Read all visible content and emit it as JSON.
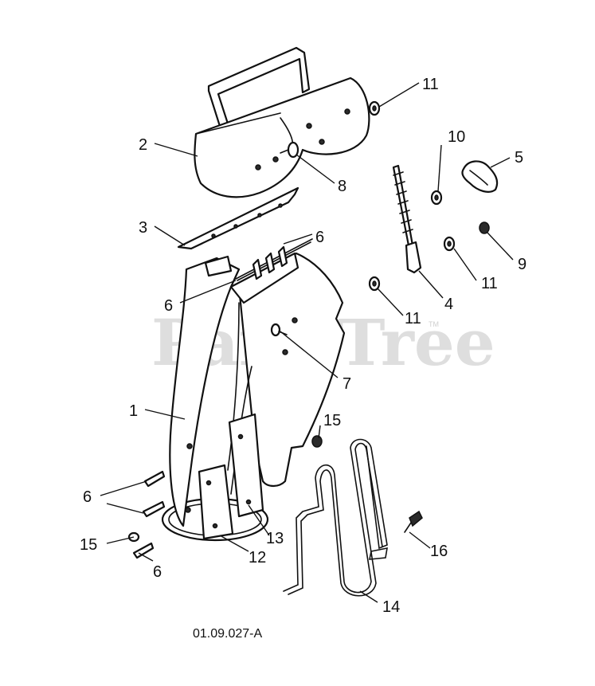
{
  "watermark": {
    "text": "PartsTree",
    "trademark": "TM"
  },
  "document_number": "01.09.027-A",
  "callouts": [
    {
      "id": "c11a",
      "label": "11"
    },
    {
      "id": "c2",
      "label": "2"
    },
    {
      "id": "c10",
      "label": "10"
    },
    {
      "id": "c5",
      "label": "5"
    },
    {
      "id": "c8",
      "label": "8"
    },
    {
      "id": "c3",
      "label": "3"
    },
    {
      "id": "c6a",
      "label": "6"
    },
    {
      "id": "c9",
      "label": "9"
    },
    {
      "id": "c11b",
      "label": "11"
    },
    {
      "id": "c6b",
      "label": "6"
    },
    {
      "id": "c4",
      "label": "4"
    },
    {
      "id": "c11c",
      "label": "11"
    },
    {
      "id": "c7",
      "label": "7"
    },
    {
      "id": "c1",
      "label": "1"
    },
    {
      "id": "c15a",
      "label": "15"
    },
    {
      "id": "c6c",
      "label": "6"
    },
    {
      "id": "c15b",
      "label": "15"
    },
    {
      "id": "c13",
      "label": "13"
    },
    {
      "id": "c12",
      "label": "12"
    },
    {
      "id": "c6d",
      "label": "6"
    },
    {
      "id": "c16",
      "label": "16"
    },
    {
      "id": "c14",
      "label": "14"
    }
  ],
  "icons": {
    "chute": "discharge-chute-part-icon",
    "deflector": "deflector-part-icon",
    "crank": "crank-rod-part-icon"
  }
}
